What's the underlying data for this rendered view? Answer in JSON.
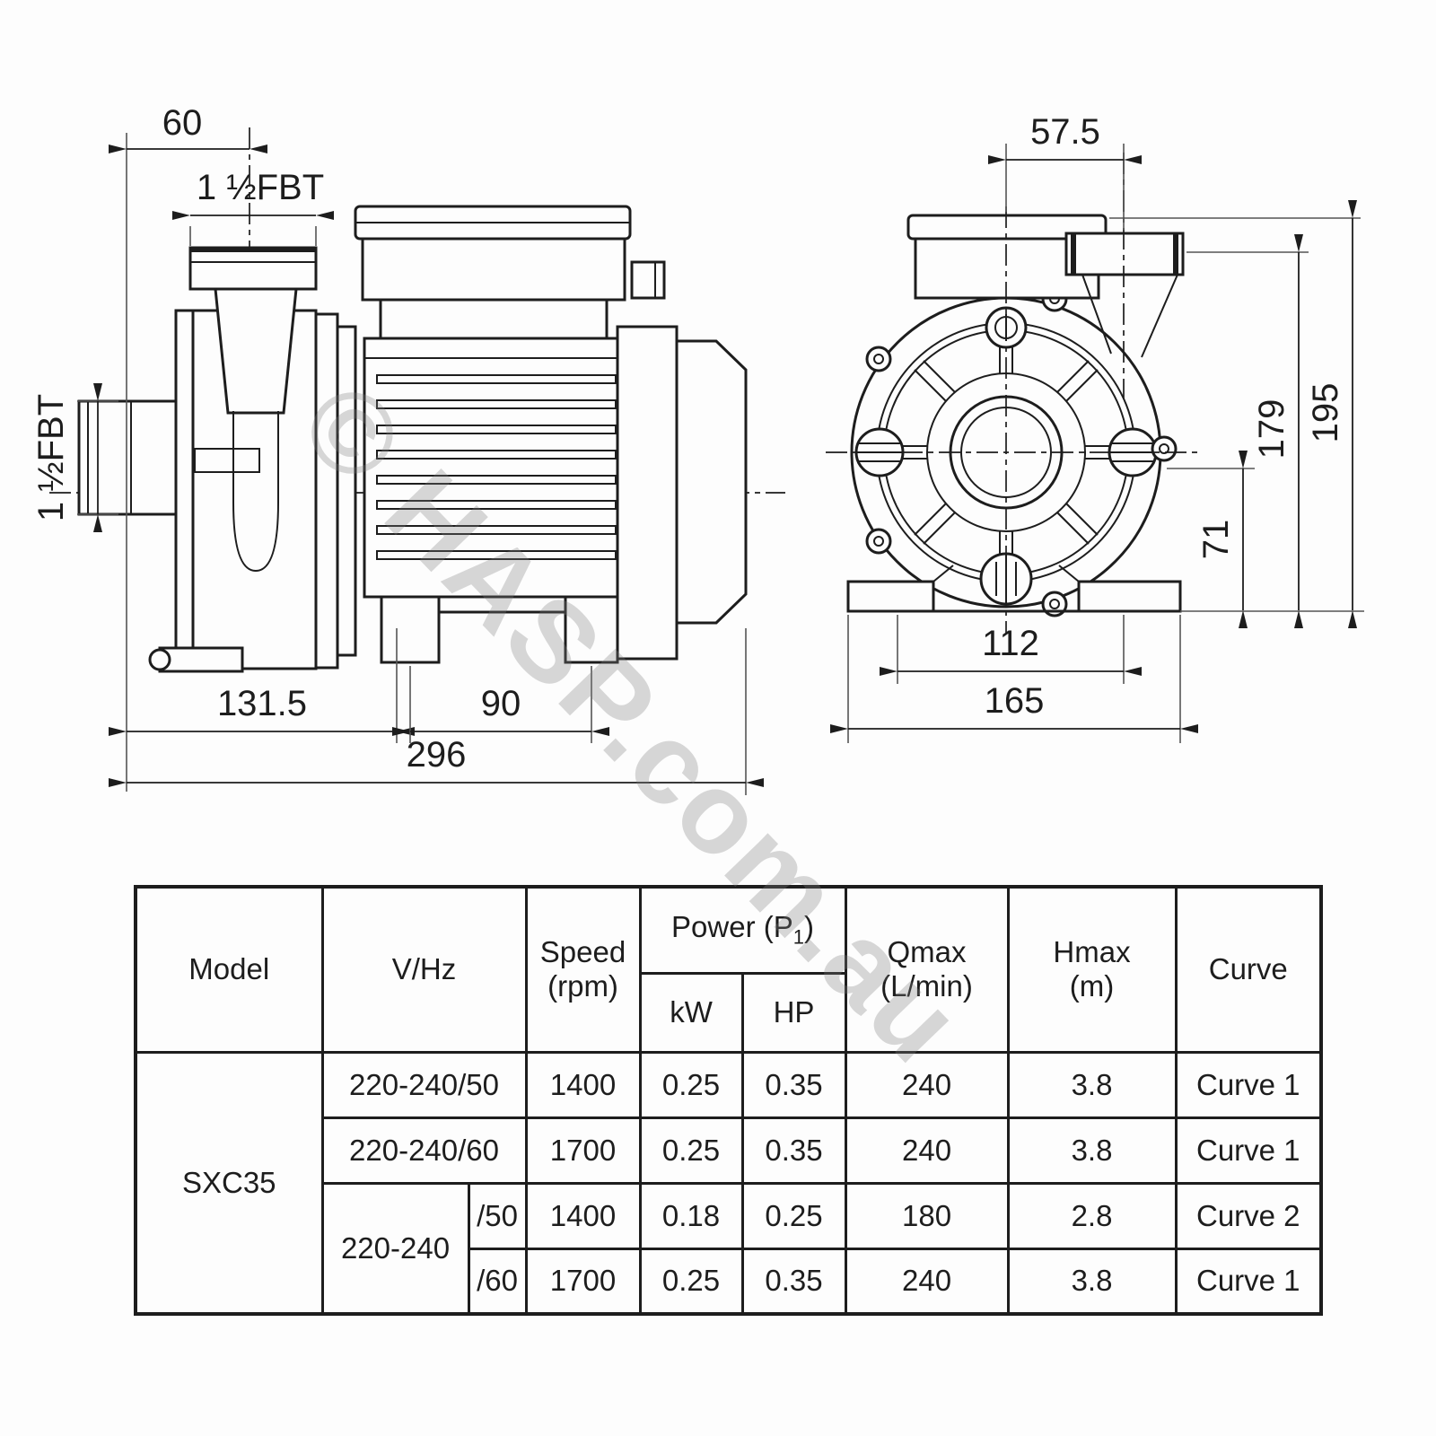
{
  "watermark": {
    "text": "© HASP.com.au"
  },
  "side_view": {
    "dim_top_offset": "60",
    "dim_top_port": "1 ½FBT",
    "dim_side_port": "1 ½FBT",
    "dim_pump_length": "131.5",
    "dim_foot_spacing": "90",
    "dim_overall_length": "296"
  },
  "front_view": {
    "dim_port_offset": "57.5",
    "dim_center_height": "71",
    "dim_body_height": "179",
    "dim_overall_height": "195",
    "dim_foot_holes": "112",
    "dim_base_width": "165"
  },
  "table": {
    "header": {
      "model": "Model",
      "v_hz": "V/Hz",
      "speed_line1": "Speed",
      "speed_line2": "(rpm)",
      "power_prefix": "Power (P",
      "power_sub": "1",
      "power_suffix": ")",
      "kw": "kW",
      "hp": "HP",
      "qmax_line1": "Qmax",
      "qmax_line2": "(L/min)",
      "hmax_line1": "Hmax",
      "hmax_line2": "(m)",
      "curve": "Curve"
    },
    "model": "SXC35",
    "rows": [
      {
        "v_hz": "220-240/50",
        "speed": "1400",
        "kw": "0.25",
        "hp": "0.35",
        "qmax": "240",
        "hmax": "3.8",
        "curve": "Curve 1"
      },
      {
        "v_hz": "220-240/60",
        "speed": "1700",
        "kw": "0.25",
        "hp": "0.35",
        "qmax": "240",
        "hmax": "3.8",
        "curve": "Curve 1"
      },
      {
        "v_hz_main": "220-240",
        "v_hz_sub": "/50",
        "speed": "1400",
        "kw": "0.18",
        "hp": "0.25",
        "qmax": "180",
        "hmax": "2.8",
        "curve": "Curve 2"
      },
      {
        "v_hz_sub": "/60",
        "speed": "1700",
        "kw": "0.25",
        "hp": "0.35",
        "qmax": "240",
        "hmax": "3.8",
        "curve": "Curve 1"
      }
    ]
  }
}
